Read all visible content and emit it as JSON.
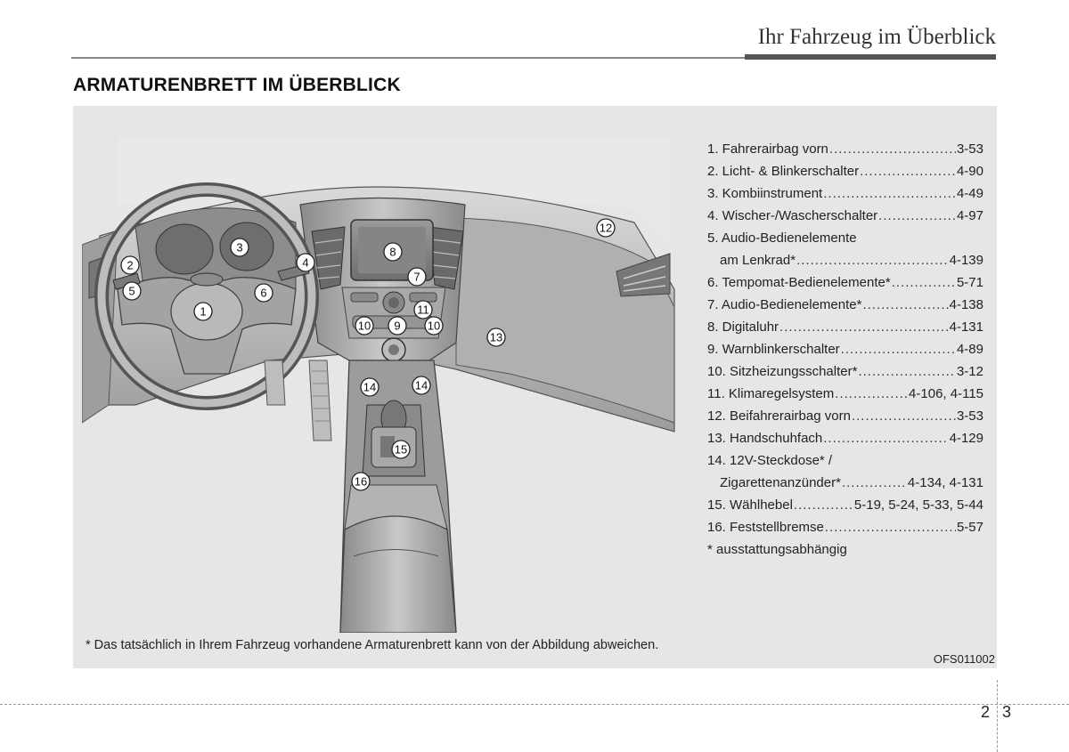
{
  "header": {
    "running_title": "Ihr Fahrzeug im Überblick"
  },
  "section": {
    "title": "ARMATURENBRETT IM ÜBERBLICK"
  },
  "figure": {
    "callouts": [
      "1",
      "2",
      "3",
      "4",
      "5",
      "6",
      "7",
      "8",
      "9",
      "10",
      "10",
      "11",
      "12",
      "13",
      "14",
      "14",
      "15",
      "16"
    ],
    "footnote": "* Das tatsächlich in Ihrem Fahrzeug vorhandene Armaturenbrett kann von der Abbildung abweichen.",
    "code": "OFS011002"
  },
  "legend": [
    {
      "label": "1. Fahrerairbag vorn",
      "page": "3-53"
    },
    {
      "label": "2. Licht- & Blinkerschalter ",
      "page": "4-90"
    },
    {
      "label": "3. Kombiinstrument ",
      "page": "4-49"
    },
    {
      "label": "4. Wischer-/Wascherschalter",
      "page": "4-97"
    },
    {
      "label": "5. Audio-Bedienelemente",
      "cont": "am Lenkrad*",
      "page": "4-139"
    },
    {
      "label": "6. Tempomat-Bedienelemente*",
      "page": "5-71"
    },
    {
      "label": "7. Audio-Bedienelemente*",
      "page": "4-138"
    },
    {
      "label": "8. Digitaluhr ",
      "page": "4-131"
    },
    {
      "label": "9. Warnblinkerschalter ",
      "page": "4-89"
    },
    {
      "label": "10. Sitzheizungsschalter*",
      "page": "3-12"
    },
    {
      "label": "11. Klimaregelsystem ",
      "page": "4-106, 4-115"
    },
    {
      "label": "12. Beifahrerairbag vorn",
      "page": "3-53"
    },
    {
      "label": "13. Handschuhfach ",
      "page": "4-129"
    },
    {
      "label": "14. 12V-Steckdose* /",
      "cont": "Zigarettenanzünder* ",
      "page": "4-134, 4-131"
    },
    {
      "label": "15. Wählhebel",
      "page": "5-19, 5-24, 5-33, 5-44"
    },
    {
      "label": "16. Feststellbremse ",
      "page": "5-57"
    }
  ],
  "legend_note": "* ausstattungsabhängig",
  "page_numbers": {
    "chapter": "2",
    "page": "3"
  }
}
